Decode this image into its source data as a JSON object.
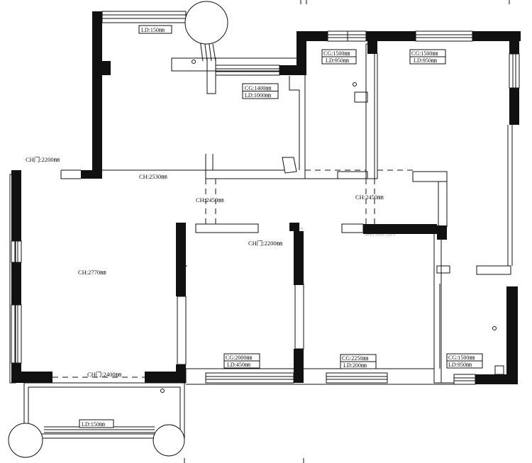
{
  "ceiling_labels": [
    {
      "id": "ch-door-2200-top",
      "text": "CH门:2200㎜"
    },
    {
      "id": "ch-2530",
      "text": "CH:2530㎜"
    },
    {
      "id": "ch-2450-left",
      "text": "CH:2450㎜"
    },
    {
      "id": "ch-2450-right",
      "text": "CH:2450㎜"
    },
    {
      "id": "ch-door-2200-mid",
      "text": "CH门:2200㎜"
    },
    {
      "id": "ch-2770",
      "text": "CH:2770㎜"
    },
    {
      "id": "ch-door-2400",
      "text": "CH门:2400㎜"
    }
  ],
  "window_boxes": [
    {
      "id": "top-balcony",
      "lines": [
        "LD:150㎜"
      ]
    },
    {
      "id": "kitchen",
      "lines": [
        "CG:1400㎜",
        "LD:1000㎜"
      ]
    },
    {
      "id": "bath",
      "lines": [
        "CG:1500㎜",
        "LD:950㎜"
      ]
    },
    {
      "id": "bedroom-ne",
      "lines": [
        "CG:1500㎜",
        "LD:950㎜"
      ]
    },
    {
      "id": "bedroom-1",
      "lines": [
        "CG:2000㎜",
        "LD:450㎜"
      ]
    },
    {
      "id": "bedroom-2",
      "lines": [
        "CG:2250㎜",
        "LD:200㎜"
      ]
    },
    {
      "id": "bedroom-3",
      "lines": [
        "CG:1500㎜",
        "LD:950㎜"
      ]
    },
    {
      "id": "bottom-balcony",
      "lines": [
        "LD:150㎜"
      ]
    }
  ],
  "watermark_text": [
    "家",
    "蝴蝶家"
  ]
}
